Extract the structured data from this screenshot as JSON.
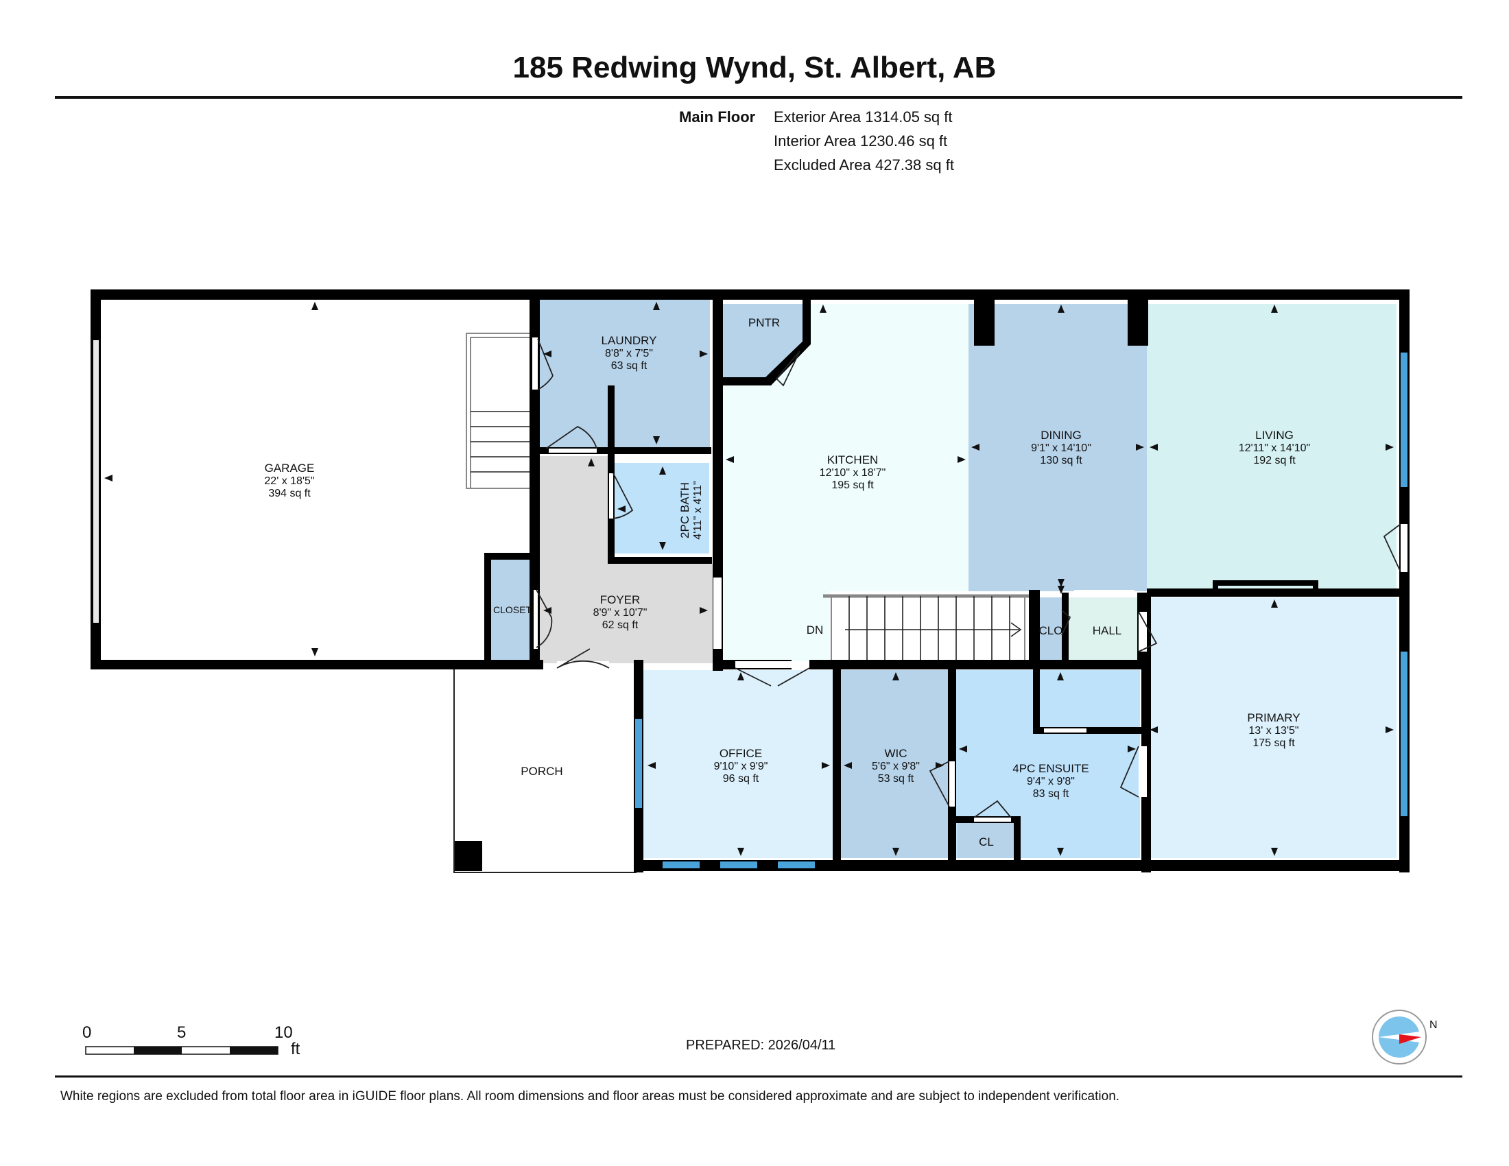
{
  "header": {
    "title": "185 Redwing Wynd, St. Albert, AB"
  },
  "areas": {
    "floor_label": "Main Floor",
    "exterior": "Exterior Area 1314.05 sq ft",
    "interior": "Interior Area 1230.46 sq ft",
    "excluded": "Excluded Area 427.38 sq ft"
  },
  "rooms": {
    "garage": {
      "name": "GARAGE",
      "dims": "22' x 18'5\"",
      "area": "394 sq ft"
    },
    "laundry": {
      "name": "LAUNDRY",
      "dims": "8'8\" x 7'5\"",
      "area": "63 sq ft"
    },
    "pantry": {
      "name": "PNTR"
    },
    "kitchen": {
      "name": "KITCHEN",
      "dims": "12'10\" x 18'7\"",
      "area": "195 sq ft"
    },
    "dining": {
      "name": "DINING",
      "dims": "9'1\" x 14'10\"",
      "area": "130 sq ft"
    },
    "living": {
      "name": "LIVING",
      "dims": "12'11\" x 14'10\"",
      "area": "192 sq ft"
    },
    "bath_2pc": {
      "name": "2PC BATH",
      "dims": "4'11\" x 4'11\""
    },
    "foyer": {
      "name": "FOYER",
      "dims": "8'9\" x 10'7\"",
      "area": "62 sq ft"
    },
    "closet": {
      "name": "CLOSET"
    },
    "clo": {
      "name": "CLO"
    },
    "hall": {
      "name": "HALL"
    },
    "stairs": {
      "label": "DN"
    },
    "primary": {
      "name": "PRIMARY",
      "dims": "13' x 13'5\"",
      "area": "175 sq ft"
    },
    "porch": {
      "name": "PORCH"
    },
    "office": {
      "name": "OFFICE",
      "dims": "9'10\" x 9'9\"",
      "area": "96 sq ft"
    },
    "wic": {
      "name": "WIC",
      "dims": "5'6\" x 9'8\"",
      "area": "53 sq ft"
    },
    "ensuite": {
      "name": "4PC ENSUITE",
      "dims": "9'4\" x 9'8\"",
      "area": "83 sq ft"
    },
    "cl": {
      "name": "CL"
    }
  },
  "scale": {
    "labels": [
      "0",
      "5",
      "10"
    ],
    "unit": "ft"
  },
  "footer": {
    "prepared": "PREPARED: 2026/04/11",
    "disclaimer": "White regions are excluded from total floor area in iGUIDE floor plans. All room dimensions and floor areas must be considered approximate and are subject to independent verification."
  },
  "compass": {
    "label": "N",
    "north_color": "#e4141e",
    "face_color": "#7cc4ec"
  },
  "colors": {
    "wall": "#000000",
    "window": "#4aa3d9",
    "laundry": "#b7d3ea",
    "pantry": "#b7d3ea",
    "kitchen": "#effefd",
    "dining": "#b7d3ea",
    "living": "#d6f1f2",
    "bath": "#bfe2fb",
    "foyer": "#dcdcdc",
    "closet": "#b7d3ea",
    "primary": "#ddf1fc",
    "office": "#ddf1fc",
    "wic": "#b7d3ea",
    "ensuite": "#bfe2fb"
  }
}
